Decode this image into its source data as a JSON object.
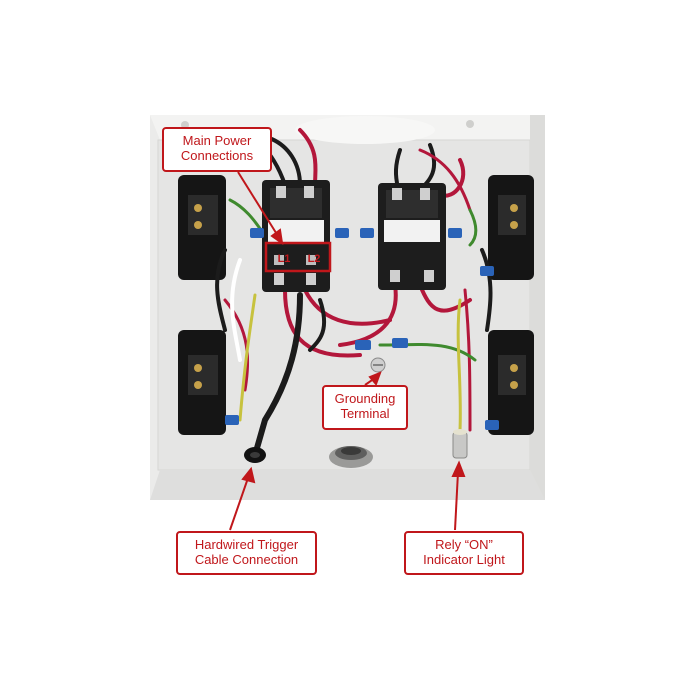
{
  "callouts": {
    "main_power": {
      "line1": "Main Power",
      "line2": "Connections"
    },
    "grounding": {
      "line1": "Grounding",
      "line2": "Terminal"
    },
    "trigger": {
      "line1": "Hardwired Trigger",
      "line2": "Cable Connection"
    },
    "indicator": {
      "line1": "Rely “ON”",
      "line2": "Indicator Light"
    }
  },
  "terminals": {
    "left": "L1",
    "right": "L2"
  },
  "colors": {
    "callout": "#c0171b",
    "enclosure": "#e9e9e8",
    "wire_red": "#b3173b",
    "wire_black": "#1b1b1b",
    "wire_green": "#3f8a2e",
    "wire_blue": "#2a63b8"
  }
}
